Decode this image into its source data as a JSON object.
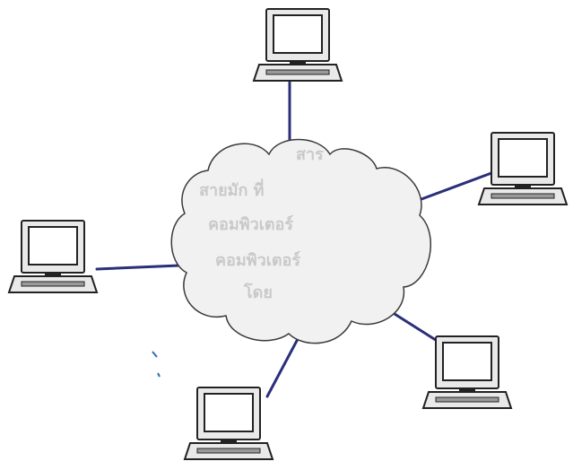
{
  "diagram": {
    "center_node": {
      "icon": "cloud-icon",
      "faint_text_lines": [
        "สาร",
        "สายมัก ที่",
        "คอมพิวเตอร์",
        "คอมพิวเตอร์",
        "โดย"
      ]
    },
    "nodes": [
      {
        "id": "top",
        "icon": "computer-icon"
      },
      {
        "id": "right-upper",
        "icon": "computer-icon"
      },
      {
        "id": "left",
        "icon": "computer-icon"
      },
      {
        "id": "right-lower",
        "icon": "computer-icon"
      },
      {
        "id": "bottom",
        "icon": "computer-icon"
      }
    ],
    "colors": {
      "link": "#2b2f7a",
      "cloud_fill": "#f2f1f1",
      "cloud_stroke": "#3a3a3a",
      "monitor_body": "#e9e9e9",
      "screen": "#ffffff",
      "outline": "#222222"
    }
  }
}
